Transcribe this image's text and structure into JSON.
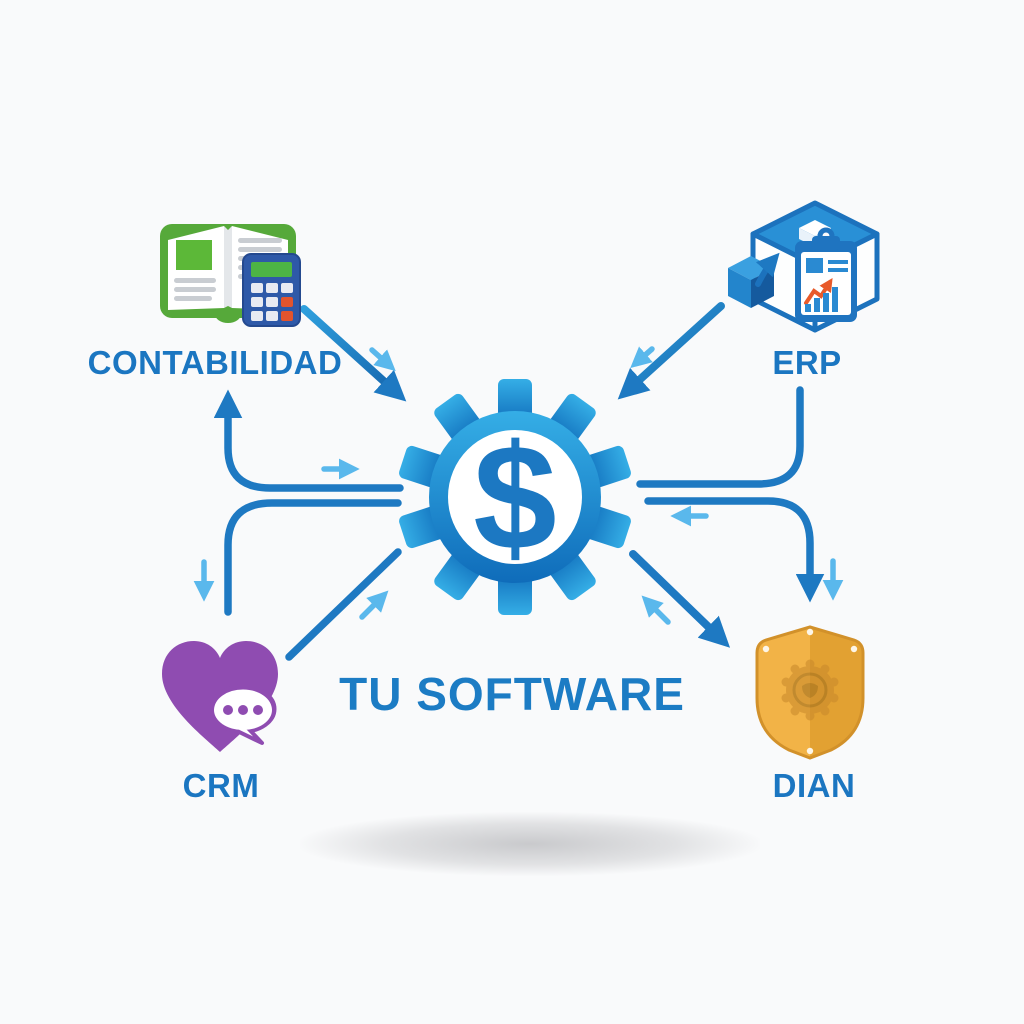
{
  "diagram": {
    "background": "#f9fafb",
    "center": {
      "label": "TU SOFTWARE",
      "symbol": "$",
      "icon": "gear-dollar-icon"
    },
    "nodes": [
      {
        "id": "contabilidad",
        "label": "CONTABILIDAD",
        "icon": "book-calculator-icon",
        "position": "top-left"
      },
      {
        "id": "erp",
        "label": "ERP",
        "icon": "cube-clipboard-icon",
        "position": "top-right"
      },
      {
        "id": "crm",
        "label": "CRM",
        "icon": "heart-chat-icon",
        "position": "bottom-left"
      },
      {
        "id": "dian",
        "label": "DIAN",
        "icon": "shield-gear-icon",
        "position": "bottom-right"
      }
    ],
    "colors": {
      "label_text": "#1b76c1",
      "title_text": "#1c7cc4",
      "connector_dark": "#1e79c2",
      "connector_light": "#5ab8ec",
      "gear_blue_light": "#35aee6",
      "gear_blue_dark": "#0f6cba",
      "dollar_blue": "#1c78c2",
      "book_green": "#56a93a",
      "page_green": "#5cb838",
      "page_line_gray": "#c9cdd2",
      "calculator_blue": "#2e59a8",
      "calculator_display_green": "#4db445",
      "calculator_key_white": "#e8eaf2",
      "calculator_key_orange": "#e2542e",
      "erp_blue": "#1f74c0",
      "erp_cube_fill": "#2990d6",
      "chart_orange": "#e85a2a",
      "heart_purple": "#8f4cb1",
      "shield_gold_light": "#f2b347",
      "shield_gold_dark": "#e2a132",
      "shield_border": "#d2912a"
    }
  }
}
